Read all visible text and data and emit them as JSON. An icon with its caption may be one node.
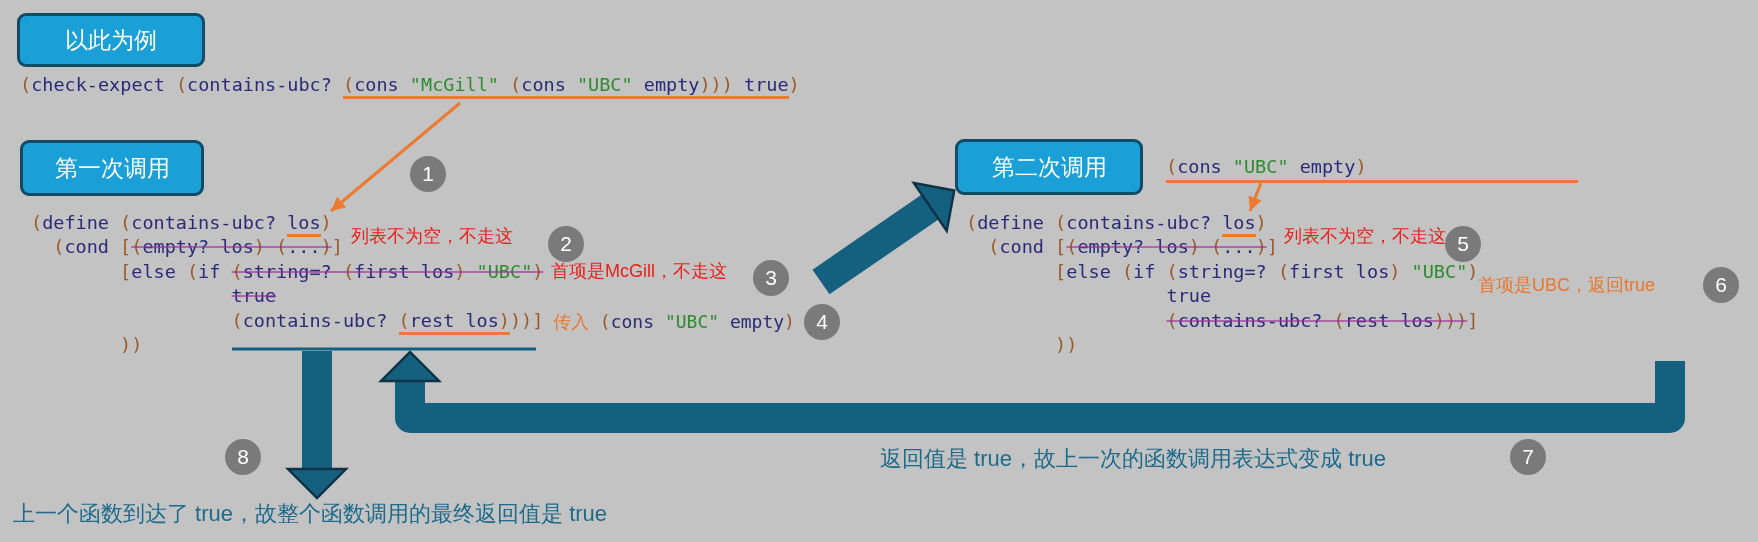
{
  "diagram": {
    "nodes": [
      {
        "text": [
          "以此为例"
        ]
      },
      {
        "text": [
          "(check-expect (contains-ubc? (cons \"McGill\" (cons \"UBC\" empty))) true)"
        ]
      },
      {
        "text": [
          "第一次调用"
        ]
      },
      {
        "text": [
          "(define (contains-ubc? los)",
          "(cond [(empty? los) (...)]",
          "[else (if (string=? (first los) \"UBC\")",
          "true",
          "(contains-ubc? (rest los)))]",
          "))"
        ],
        "beside": [
          "列表不为空，不走这",
          "首项是McGill，不走这",
          "传入 (cons \"UBC\" empty)"
        ]
      },
      {
        "text": [
          "第二次调用"
        ]
      },
      {
        "text": [
          "(cons \"UBC\" empty)"
        ]
      },
      {
        "text": [
          "(define (contains-ubc? los)",
          "(cond [(empty? los) (...)]",
          "[else (if (string=? (first los) \"UBC\")",
          "true",
          "(contains-ubc? (rest los)))]",
          "))"
        ],
        "beside": [
          "列表不为空，不走这",
          "首项是UBC，返回true"
        ]
      },
      {
        "text": [
          "上一个函数到达了 true，故整个函数调用的最终返回值是 true"
        ]
      }
    ],
    "edges": [
      {
        "from": 1,
        "to": 3,
        "arrow": "to",
        "color": "#ec7a30"
      },
      {
        "from": 3,
        "to": 4,
        "arrow": "to",
        "color": "#15607f"
      },
      {
        "from": 5,
        "to": 6,
        "arrow": "to",
        "color": "#ec7a30"
      },
      {
        "from": 6,
        "to": 3,
        "arrow": "to",
        "color": "#15607f",
        "label": "返回值是 true，故上一次的函数调用表达式变成 true"
      },
      {
        "from": 3,
        "to": 7,
        "arrow": "to",
        "color": "#15607f"
      }
    ],
    "labels": [
      "1",
      "2",
      "3",
      "4",
      "5",
      "6",
      "7",
      "8"
    ]
  }
}
